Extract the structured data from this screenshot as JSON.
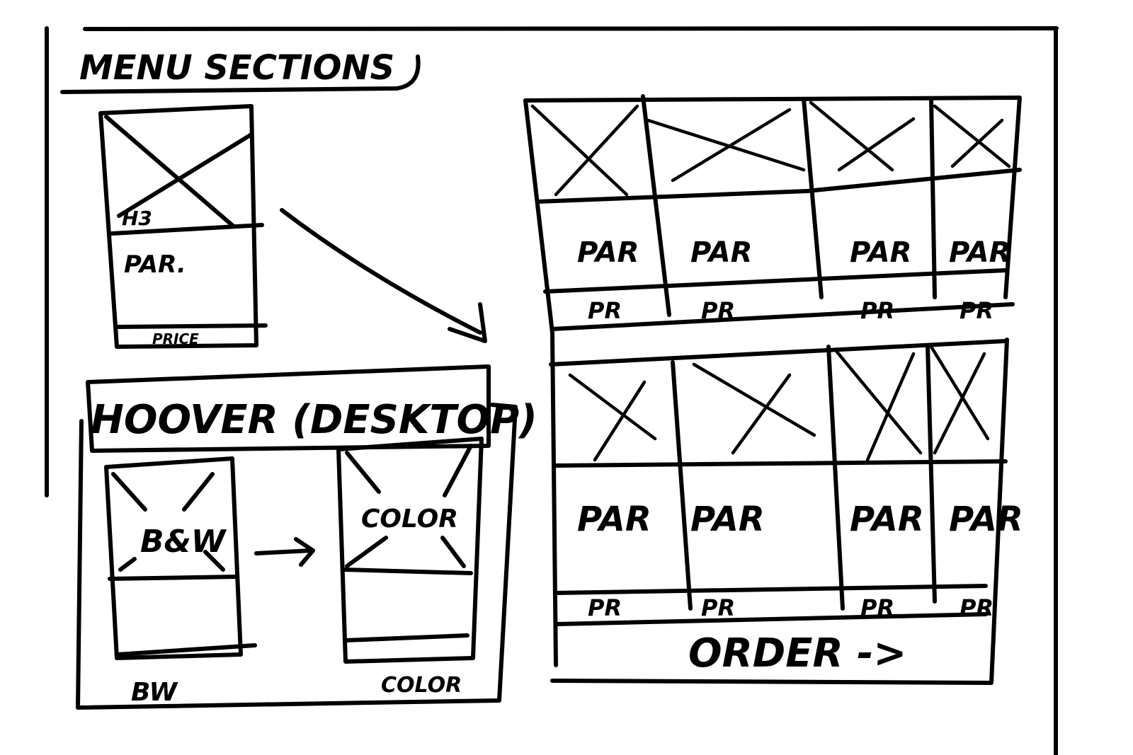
{
  "title": "MENU SECTIONS",
  "menu_card": {
    "heading": "H3",
    "paragraph": "PAR.",
    "price": "PRICE"
  },
  "hover": {
    "title": "HOOVER (DESKTOP)",
    "bw_card_label": "B&W",
    "bw_caption": "BW",
    "color_card_label": "COLOR",
    "color_caption": "COLOR"
  },
  "grid": {
    "rows": [
      {
        "cells": [
          {
            "par": "PAR",
            "price": "PR"
          },
          {
            "par": "PAR",
            "price": "PR"
          },
          {
            "par": "PAR",
            "price": "PR"
          },
          {
            "par": "PAR",
            "price": "PR"
          }
        ]
      },
      {
        "cells": [
          {
            "par": "PAR",
            "price": "PR"
          },
          {
            "par": "PAR",
            "price": "PR"
          },
          {
            "par": "PAR",
            "price": "PR"
          },
          {
            "par": "PAR",
            "price": "PR"
          }
        ]
      }
    ],
    "order_label": "ORDER ->"
  }
}
